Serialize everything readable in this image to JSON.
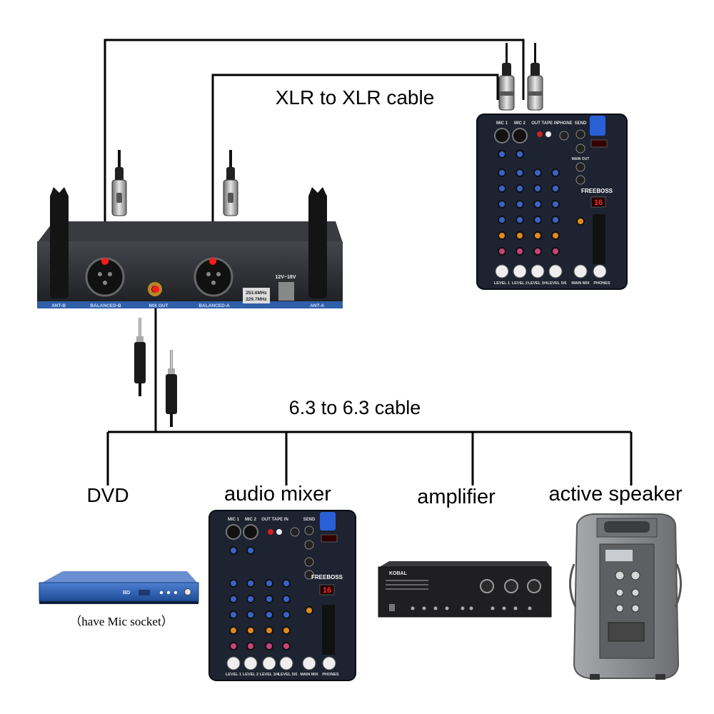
{
  "labels": {
    "xlr_cable": "XLR to XLR cable",
    "jack_cable": "6.3 to 6.3 cable",
    "dvd": "DVD",
    "audio_mixer": "audio mixer",
    "amplifier": "amplifier",
    "active_speaker": "active speaker",
    "dvd_note": "（have Mic socket）"
  },
  "receiver": {
    "ant_b": "ANT-B",
    "ant_a": "ANT-A",
    "balanced_b": "BALANCED-B",
    "balanced_a": "BALANCED-A",
    "mix_out": "MIX OUT",
    "power": "12V~18V",
    "freq_1": "253.6MHz",
    "freq_2": "229.7MHz"
  },
  "mixer": {
    "brand": "FREEBOSS",
    "display": "16",
    "mic1": "MIC 1",
    "mic2": "MIC 2",
    "tape": "OUT TAPE IN",
    "phone": "PHONE",
    "send": "SEND",
    "main_out": "MAIN OUT",
    "level1": "LEVEL 1",
    "level2": "LEVEL 2",
    "level34": "LEVEL 3/4",
    "level56": "LEVEL 5/6",
    "main_mix": "MAIN MIX",
    "phones": "PHONES"
  },
  "dvd_player": {
    "brand": "BD"
  },
  "amplifier_unit": {
    "brand": "KOBAL"
  },
  "colors": {
    "connection_dot": "#ff1a1a",
    "receiver_body": "#2a2b2f",
    "receiver_stripe": "#2f5fa8",
    "mixer_body": "#1d2331",
    "mixer_knob_blue": "#3a63c9",
    "mixer_knob_orange": "#e08a1c",
    "display_red": "#ff2a2a",
    "dvd_blue": "#2d5fb0",
    "amp_body": "#1f1f22",
    "speaker_grey": "#8d8f92"
  }
}
